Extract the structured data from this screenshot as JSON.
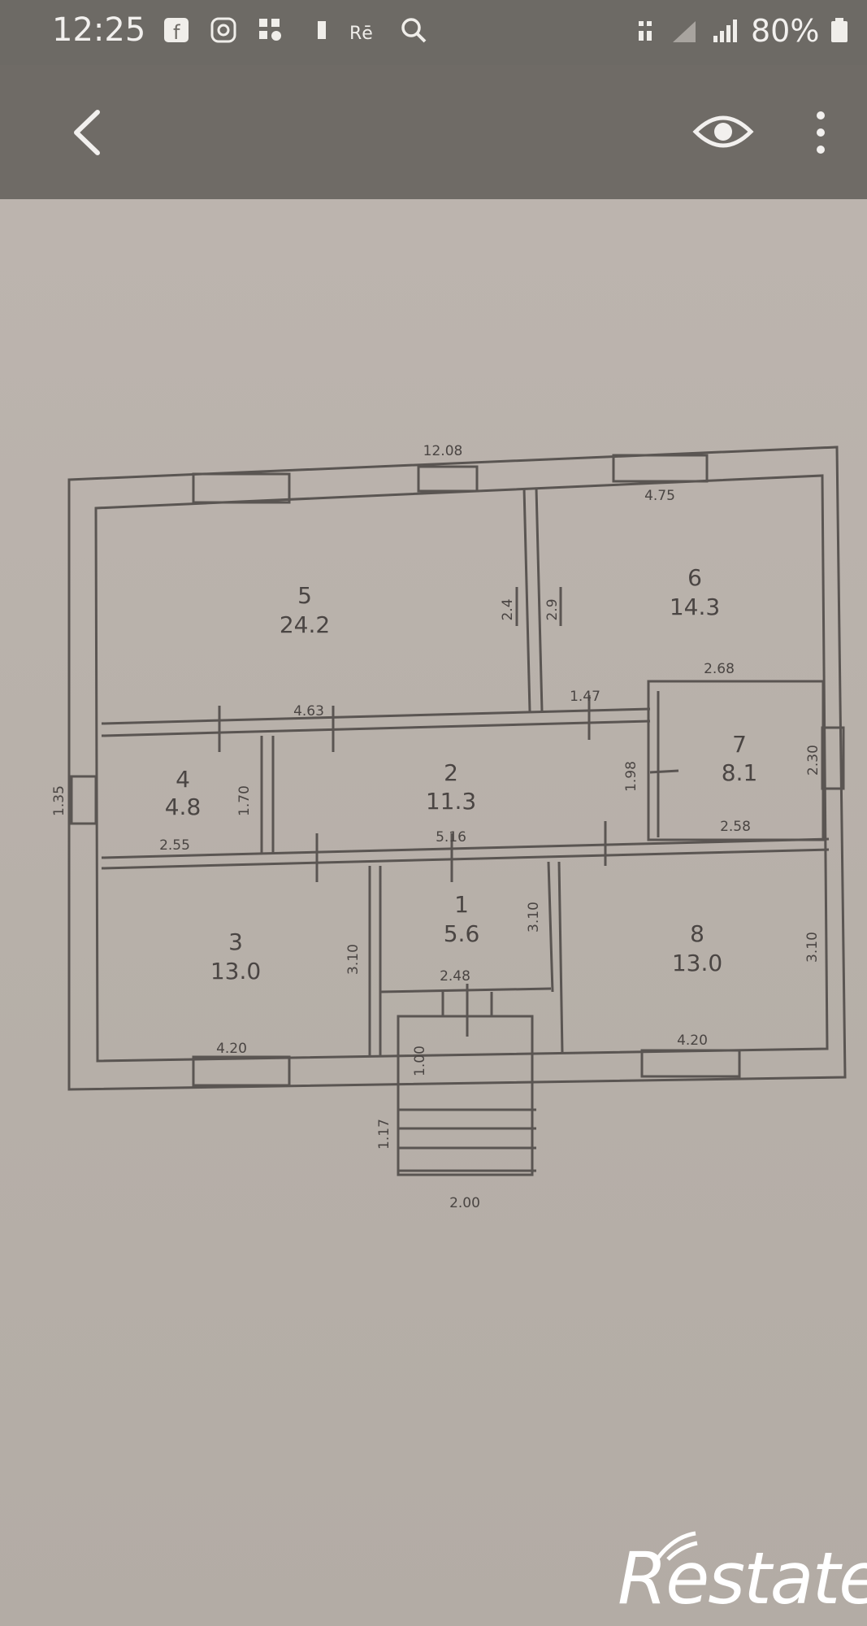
{
  "status_bar": {
    "time": "12:25",
    "battery": "80%",
    "icons": [
      "facebook-icon",
      "instagram-icon",
      "app-icon",
      "sim-icon",
      "volte-icon",
      "search-icon",
      "wifi-icon",
      "signal-icon",
      "battery-icon"
    ]
  },
  "app_bar": {
    "icons": [
      "back-arrow-icon",
      "eye-icon",
      "more-vert-icon"
    ]
  },
  "floor_plan": {
    "outer_top_dim": "12.08",
    "rooms": [
      {
        "number": "5",
        "area": "24.2"
      },
      {
        "number": "6",
        "area": "14.3"
      },
      {
        "number": "4",
        "area": "4.8"
      },
      {
        "number": "2",
        "area": "11.3"
      },
      {
        "number": "7",
        "area": "8.1"
      },
      {
        "number": "3",
        "area": "13.0"
      },
      {
        "number": "1",
        "area": "5.6"
      },
      {
        "number": "8",
        "area": "13.0"
      }
    ],
    "dims": {
      "d_475": "4.75",
      "d_24a": "2.4",
      "d_24b": "2.9",
      "d_268": "2.68",
      "d_147": "1.47",
      "d_463": "4.63",
      "d_230": "2.30",
      "d_135": "1.35",
      "d_198": "1.98",
      "d_170": "1.70",
      "d_255": "2.55",
      "d_516": "5.16",
      "d_258": "2.58",
      "d_310a": "3.10",
      "d_310b": "3.10",
      "d_310c": "3.10",
      "d_248": "2.48",
      "d_420a": "4.20",
      "d_420b": "4.20",
      "d_100": "1.00",
      "d_117": "1.17",
      "d_200": "2.00"
    }
  },
  "watermark": "Restate"
}
